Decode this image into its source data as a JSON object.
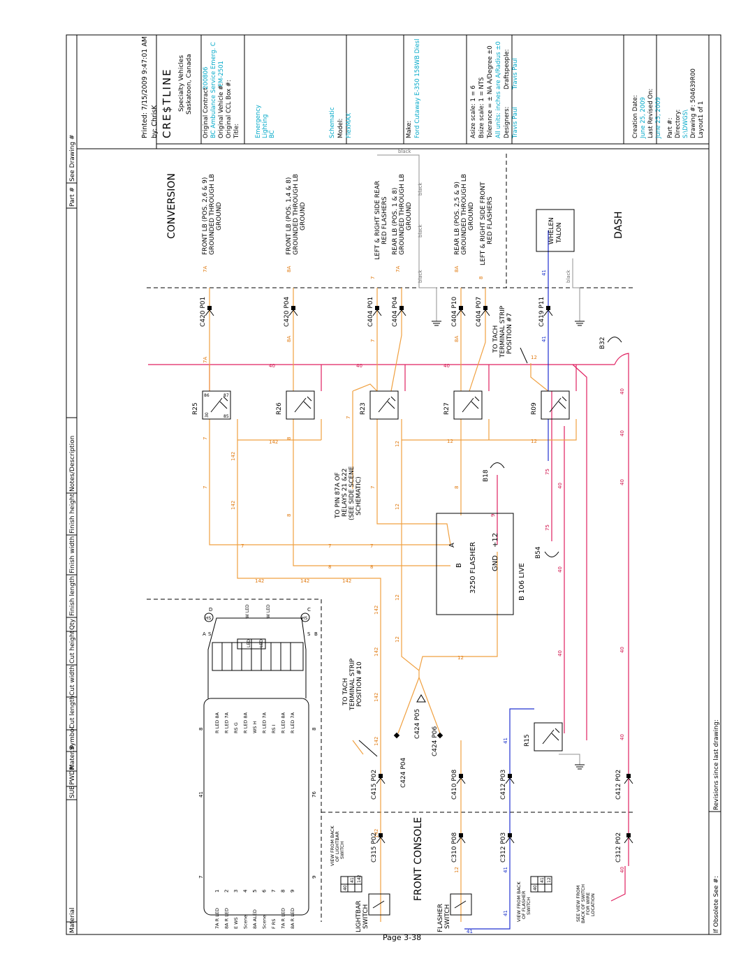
{
  "title_block": {
    "printed": "Printed: 7/15/2009 9:47:01 AM",
    "by": "by: ChrisK",
    "logo_text": "CRE$TLINE",
    "company_line1": "Specialty Vehicles",
    "company_line2": "Saskatoon, Canada",
    "original_contract_label": "Original Contract:",
    "original_contract_value": "200806",
    "contract_name": "BC Ambulance Service Emerg. C",
    "original_vehicle_label": "Original Vehicle #:",
    "original_vehicle_value": "FM-2501",
    "original_ccl_box": "Original CCL Box #:",
    "title_label": "Title:",
    "title_lines": [
      "Emergency",
      "Lighting",
      "BC"
    ],
    "schematic_value": "Schematic",
    "model_label": "Model:",
    "model_value": "FlexMAX",
    "make_label": "Make:",
    "make_value": "Ford Cutaway E-350 158WB Diesl",
    "asize": "Asize scale: 1 = 6",
    "bsize": "Bsize scale: 1 = NTS",
    "tolerance": "Tolerance = ± NA  A/Degree ±0",
    "all_units": "All units: inches are  A/Radius ±0",
    "designers_label": "Designers:",
    "designers_value": "Travis Paul",
    "draftspeople_label": "Draftspeople:",
    "draftspeople_value": "Travis Paul",
    "creation_date_label": "Creation Date:",
    "creation_date_value": "June 25, 2009",
    "last_revised_label": "Last Revised On:",
    "last_revised_value": "June 25, 2009",
    "part_label": "Part #:",
    "directory_label": "Directory:",
    "directory_value": "S:\\DWGS\\",
    "drawing_label": "Drawing #: 504639R00",
    "layout_label": "Layout1 of 1"
  },
  "table_header": {
    "columns": [
      "Material",
      "SUB",
      "PWDR",
      "Mater.#",
      "Symbol",
      "Cut length",
      "Cut width",
      "Cut height",
      "Qty",
      "Finish length",
      "Finish width",
      "Finish height",
      "Notes/Description",
      "Part #",
      "See Drawing #"
    ]
  },
  "footer": {
    "obsolete": "If Obsolete See #:",
    "revisions": "Revisions since last drawing:",
    "page": "Page 3-38"
  },
  "sections": {
    "conversion": "CONVERSION",
    "dash": "DASH",
    "front_console": "FRONT CONSOLE"
  },
  "loads": [
    "FRONT LB (POS. 2,6 & 9)",
    "GROUNDED THROUGH LB",
    "GROUND",
    "FRONT LB (POS. 1,4 & 8)",
    "GROUNDED THROUGH LB",
    "GROUND",
    "LEFT & RIGHT SIDE REAR",
    "RED FLASHERS",
    "REAR LB (POS. 1 & 8)",
    "GROUNDED THROUGH LB",
    "GROUND",
    "REAR LB (POS. 2,5 & 9)",
    "GROUNDED THROUGH LB",
    "GROUND",
    "LEFT & RIGHT SIDE FRONT",
    "RED FLASHERS"
  ],
  "connectors": [
    "C420 P01",
    "C420 P04",
    "C404 P01",
    "C404 P04",
    "C404 P10",
    "C404 P07",
    "C419 P11",
    "C424 P05",
    "C424 P04",
    "C424 P06",
    "C415 P02",
    "C410 P08",
    "C412 P03",
    "C412 P02",
    "C315 P02",
    "C310 P08",
    "C312 P03",
    "C312 P02"
  ],
  "relays": [
    "R25",
    "R26",
    "R23",
    "R27",
    "R09",
    "R15"
  ],
  "relay_pins": [
    "30",
    "87",
    "85",
    "86"
  ],
  "breakers": [
    "B32",
    "B18",
    "B54"
  ],
  "flasher": {
    "name": "3250 FLASHER",
    "pins": [
      "A",
      "B",
      "GND",
      "+12"
    ],
    "b106": "B 106 LIVE"
  },
  "whelen": [
    "WHELEN",
    "TALON"
  ],
  "notes": {
    "tach7": [
      "TO TACH",
      "TERMINAL STRIP",
      "POSITION #7"
    ],
    "tach10": [
      "TO TACH",
      "TERMINAL STRIP",
      "POSITION #10"
    ],
    "pin87a": [
      "TO PIN 87A OF",
      "RELAYS 21 &22",
      "(SEE SIDE SCENE",
      "SCHEMATIC)"
    ],
    "lightbar_view": [
      "VIEW FROM BACK",
      "OF LIGHTBAR",
      "SWITCH"
    ],
    "flasher_view": [
      "VIEW FROM BACK",
      "OF FLASHER",
      "SWITCH"
    ],
    "switch_view": [
      "SEE VIEW FROM",
      "BACK OF SWITCH",
      "FOR WIRE",
      "LOCATION"
    ]
  },
  "switches": {
    "lightbar": [
      "LIGHTBAR",
      "SWITCH"
    ],
    "flasher": [
      "FLASHER",
      "SWITCH"
    ]
  },
  "wire_labels": {
    "black": "black",
    "w7": "7",
    "w7a": "7A",
    "w8": "8",
    "w8a": "8A",
    "w9": "9",
    "w12": "12",
    "w40": "40",
    "w41": "41",
    "w75": "75",
    "w76": "76",
    "w142": "142",
    "w1": "1"
  },
  "lightbar": {
    "positions": [
      "1",
      "2",
      "3",
      "4",
      "5",
      "6",
      "7",
      "8",
      "9"
    ],
    "left_labels": [
      "7A R LED",
      "8A R LED",
      "E WS",
      "Scene",
      "8A ALED",
      "Scene",
      "F RS",
      "7A R LED",
      "8A R LED"
    ],
    "inner_labels": [
      "R LED 8A",
      "R LED 7A",
      "RS G",
      "R LED 8A",
      "WS H",
      "R LED 7A",
      "RS I",
      "R LED 8A",
      "R LED 7A"
    ],
    "end_labels": [
      "W LED",
      "W LED"
    ],
    "center_labels": [
      "LED",
      "LED"
    ],
    "corner_labels": [
      "A",
      "S",
      "D",
      "C",
      "S",
      "B",
      "HS",
      "HS"
    ]
  },
  "switch_grid": {
    "lightbar": [
      "40",
      "41",
      "142"
    ],
    "flasher": [
      "40",
      "41",
      "12"
    ]
  }
}
